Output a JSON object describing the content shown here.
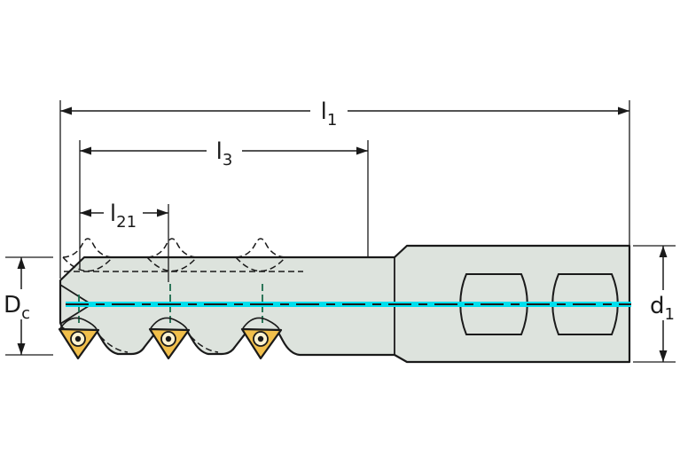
{
  "drawing": {
    "labels": {
      "l1": {
        "base": "l",
        "sub": "1"
      },
      "l3": {
        "base": "l",
        "sub": "3"
      },
      "l21": {
        "base": "l",
        "sub": "21"
      },
      "dc": {
        "base": "D",
        "sub": "c"
      },
      "d1": {
        "base": "d",
        "sub": "1"
      }
    },
    "colors": {
      "outline": "#1a1a1a",
      "body_fill": "#dde3dd",
      "insert_fill": "#f1bf4b",
      "screw_fill": "#fdf2cf",
      "centerline_cyan": "#00dfee",
      "screw_axis_green": "#1a6b4b",
      "background": "#ffffff"
    }
  }
}
